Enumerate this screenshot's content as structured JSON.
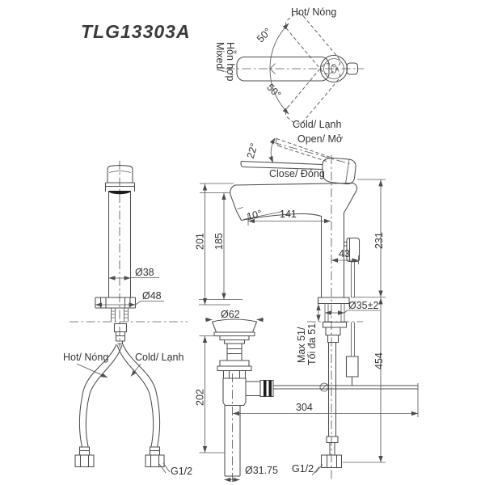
{
  "title": "TLG13303A",
  "colors": {
    "ink": "#333333",
    "line": "#4d4d4d",
    "background": "#ffffff"
  },
  "top_view": {
    "hot_label": "Hot/ Nóng",
    "mixed_label_line1": "Mixed/",
    "mixed_label_line2": "Hỗn hợp",
    "cold_label": "Cold/ Lạnh",
    "angle_up": "50°",
    "angle_down": "50°"
  },
  "handle_view": {
    "open_label": "Open/ Mở",
    "close_label": "Close/ Đóng",
    "angle": "22°"
  },
  "front_view": {
    "body_diameter": "Ø38",
    "base_diameter": "Ø48",
    "hot_label": "Hot/ Nóng",
    "cold_label": "Cold/ Lạnh",
    "thread_label": "G1/2"
  },
  "side_view": {
    "spout_height": "201",
    "aerator_height": "185",
    "spout_reach": "141",
    "spout_angle": "10°",
    "handle_offset": "43",
    "total_height": "231",
    "hole_diameter": "Ø35±2",
    "max_thickness_line1": "Max 51/",
    "max_thickness_line2": "Tối đa 51",
    "below_counter_height": "454",
    "rod_length": "304",
    "supply_thread": "G1/2"
  },
  "drain": {
    "cap_diameter": "Ø62",
    "body_length": "202",
    "pipe_diameter": "Ø31.75"
  }
}
